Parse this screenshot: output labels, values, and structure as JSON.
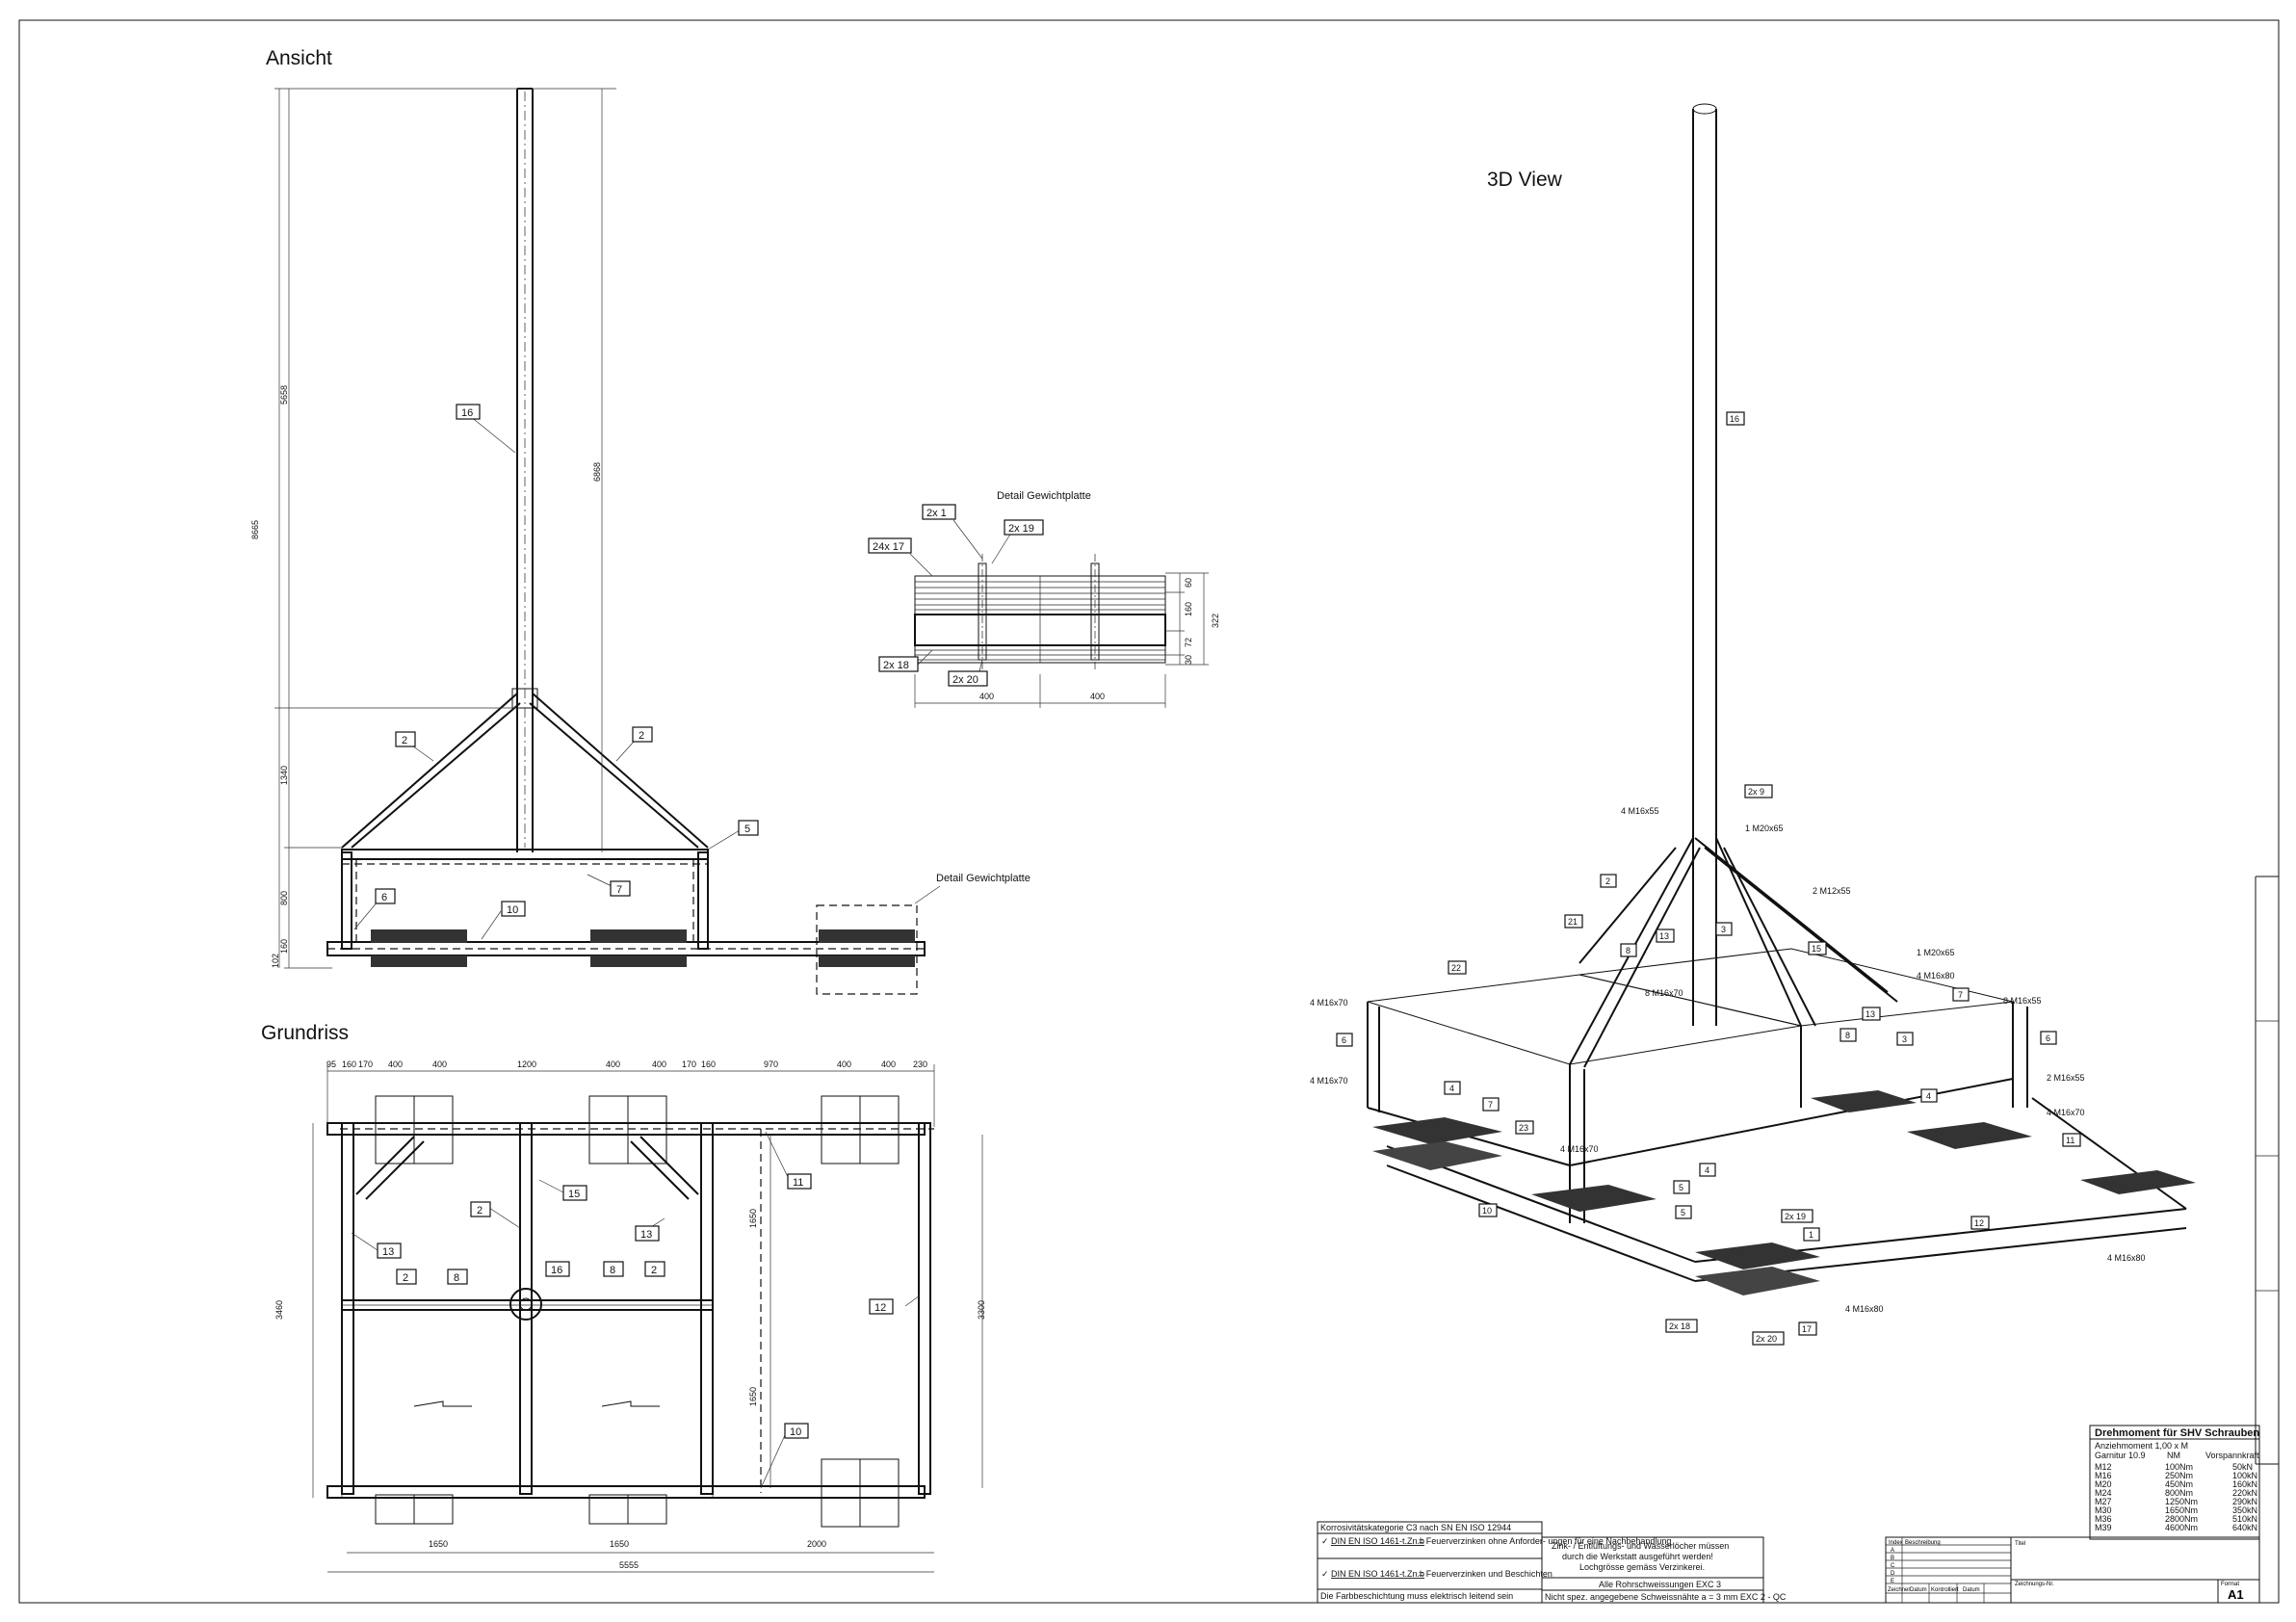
{
  "titles": {
    "ansicht": "Ansicht",
    "grundriss": "Grundriss",
    "view3d": "3D View",
    "detail": "Detail Gewichtplatte",
    "detail_ref": "Detail Gewichtplatte"
  },
  "ansicht": {
    "tags": [
      "16",
      "2",
      "2",
      "5",
      "7",
      "6",
      "10"
    ],
    "dims": [
      "5658",
      "6868",
      "8665",
      "1340",
      "800",
      "160",
      "102"
    ]
  },
  "detail": {
    "tags": [
      "2x 1",
      "2x 19",
      "24x 17",
      "2x 18",
      "2x 20"
    ],
    "dims": [
      "400",
      "400",
      "60",
      "160",
      "72",
      "30",
      "322"
    ]
  },
  "grundriss": {
    "tags": [
      "15",
      "2",
      "13",
      "13",
      "2",
      "8",
      "16",
      "8",
      "2",
      "11",
      "12",
      "10"
    ],
    "dims_top": [
      "95",
      "160",
      "170",
      "400",
      "400",
      "1200",
      "400",
      "400",
      "170",
      "160",
      "970",
      "400",
      "400",
      "230"
    ],
    "dims_side": [
      "3460",
      "1650",
      "1650",
      "3300"
    ],
    "dims_bottom": [
      "1650",
      "1650",
      "2000",
      "5555"
    ]
  },
  "view3d": {
    "tags": [
      "16",
      "2x 9",
      "2",
      "21",
      "13",
      "3",
      "15",
      "22",
      "8",
      "6",
      "4",
      "7",
      "23",
      "5",
      "4",
      "10",
      "2x 19",
      "1",
      "17",
      "2x 18",
      "2x 20",
      "11",
      "12",
      "13",
      "8",
      "3",
      "6",
      "7",
      "4",
      "5"
    ],
    "notes": [
      "4 M16x55",
      "1 M20x65",
      "2 M12x55",
      "1 M20x65",
      "4 M16x80",
      "8 M16x70",
      "4 M16x70",
      "8 M16x55",
      "4 M16x70",
      "2 M16x55",
      "4 M16x70",
      "4 M16x70",
      "4 M16x80",
      "4 M16x80"
    ]
  },
  "torque": {
    "title": "Drehmoment für SHV Schrauben",
    "sub": "Anziehmoment 1,00 x M",
    "col1": "Garnitur 10.9",
    "col2": "NM",
    "col3": "Vorspannkraft",
    "rows": [
      [
        "M12",
        "100Nm",
        "50kN"
      ],
      [
        "M16",
        "250Nm",
        "100kN"
      ],
      [
        "M20",
        "450Nm",
        "160kN"
      ],
      [
        "M24",
        "800Nm",
        "220kN"
      ],
      [
        "M27",
        "1250Nm",
        "290kN"
      ],
      [
        "M30",
        "1650Nm",
        "350kN"
      ],
      [
        "M36",
        "2800Nm",
        "510kN"
      ],
      [
        "M39",
        "4600Nm",
        "640kN"
      ]
    ]
  },
  "titleblock": {
    "korr": "Korrosivitätskategorie C3 nach SN EN ISO 12944",
    "opt1_code": "DIN EN ISO 1461-t.Zn.b",
    "opt1_text": "= Feuerverzinken ohne Anforder-\nungen für eine Nachbehandlung",
    "opt2_code": "DIN EN ISO 1461-t.Zn.b",
    "opt2_text": "= Feuerverzinken und Beschichten",
    "paint": "Die Farbbeschichtung muss elektrisch leitend sein",
    "note1": "Zink- / Entlüftungs- und Wasserlöcher müssen",
    "note2": "durch die Werkstatt ausgeführt werden!",
    "note3": "Lochgrösse gemäss Verzinkerei.",
    "weld": "Alle Rohrschweissungen EXC 3",
    "weld2": "Nicht spez. angegebene Schweissnähte a = 3 mm EXC 2 - QC",
    "rev_h1": "Index",
    "rev_h2": "Beschreibung",
    "rev_idx": [
      "A",
      "B",
      "C",
      "D",
      "E"
    ],
    "sig": [
      "Zeichner",
      "Datum",
      "Kontrolliert",
      "Datum"
    ],
    "format_lbl": "Format",
    "format": "A1",
    "zeichnung": "Zeichnungs-Nr.",
    "titel": "Titel"
  }
}
